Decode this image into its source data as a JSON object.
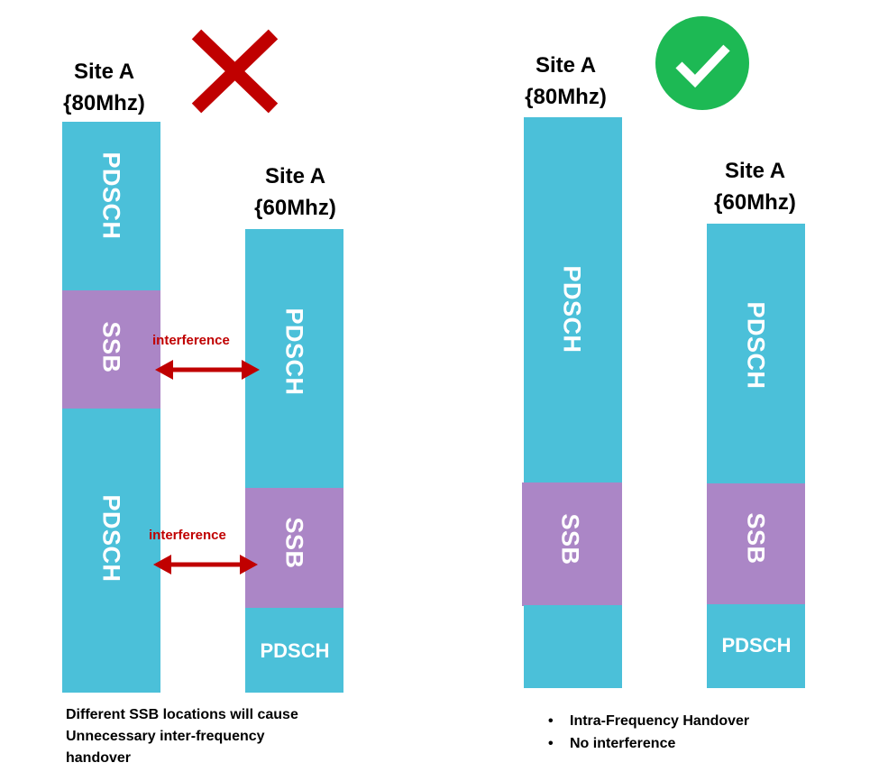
{
  "left_panel": {
    "site_a_80": {
      "line1": "Site A",
      "line2": "{80Mhz)"
    },
    "site_a_60": {
      "line1": "Site A",
      "line2": "{60Mhz)"
    },
    "bar_80": [
      "PDSCH",
      "SSB",
      "PDSCH"
    ],
    "bar_60": [
      "PDSCH",
      "SSB",
      "PDSCH"
    ],
    "interference_top": "interference",
    "interference_bottom": "interference",
    "status_icon": "red-cross-icon",
    "caption": [
      "Different SSB locations will cause",
      "Unnecessary inter-frequency",
      "handover"
    ]
  },
  "right_panel": {
    "site_a_80": {
      "line1": "Site A",
      "line2": "{80Mhz)"
    },
    "site_a_60": {
      "line1": "Site A",
      "line2": "{60Mhz)"
    },
    "bar_80": [
      "PDSCH",
      "SSB"
    ],
    "bar_60": [
      "PDSCH",
      "SSB",
      "PDSCH"
    ],
    "status_icon": "green-check-icon",
    "bullets": [
      "Intra-Frequency Handover",
      "No interference"
    ]
  },
  "colors": {
    "pdsch": "#4bc0d9",
    "ssb": "#ab86c6",
    "arrow": "#c00000",
    "check_bg": "#1db954",
    "cross": "#c00000"
  }
}
